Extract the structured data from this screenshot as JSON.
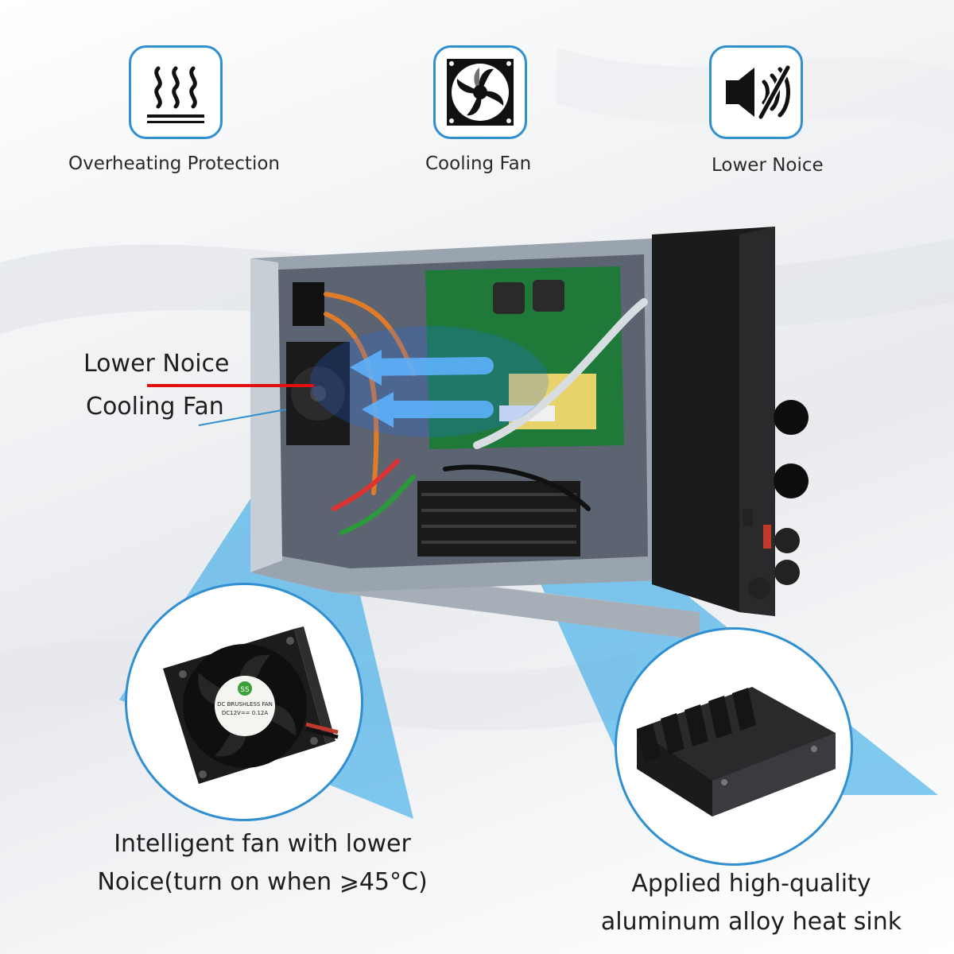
{
  "features": [
    {
      "label": "Overheating Protection",
      "icon": "heat-waves-icon"
    },
    {
      "label": "Cooling Fan",
      "icon": "fan-icon"
    },
    {
      "label": "Lower Noice",
      "icon": "speaker-mute-icon"
    }
  ],
  "callouts": {
    "lower_noice": "Lower Noice",
    "cooling_fan": "Cooling Fan"
  },
  "captions": {
    "fan_line1": "Intelligent fan with lower",
    "fan_line2": "Noice(turn on when ⩾45°C)",
    "sink_line1": "Applied high-quality",
    "sink_line2": "aluminum alloy heat sink"
  },
  "fan_label": {
    "brand": "SS",
    "line1": "DC BRUSHLESS FAN",
    "line2": "DC12V== 0.12A"
  },
  "colors": {
    "accent_blue": "#2f8fd0",
    "callout_red": "#e01010",
    "beam_blue": "#1ea0e6"
  }
}
